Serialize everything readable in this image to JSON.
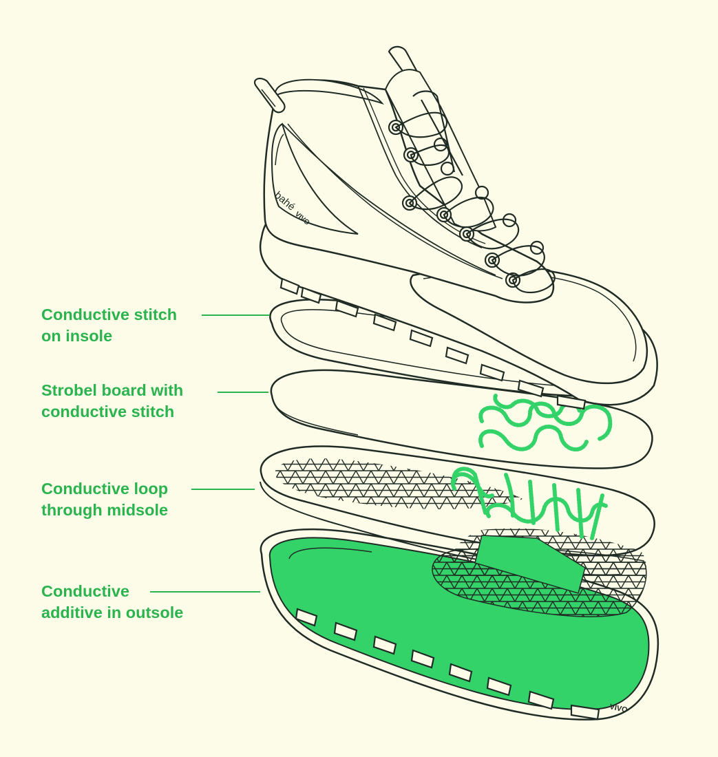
{
  "colors": {
    "background": "#fdfce8",
    "outline": "#1f2b24",
    "accent_green": "#33d36a",
    "label_green": "#2bb34f"
  },
  "boot": {
    "brand_text": "bahé",
    "brand_mark": "vivo-logo-icon"
  },
  "outsole": {
    "brand_mark": "vivo-logo-icon"
  },
  "callouts": [
    {
      "line1": "Conductive stitch",
      "line2": "on insole"
    },
    {
      "line1": "Strobel board with",
      "line2": "conductive stitch"
    },
    {
      "line1": "Conductive loop",
      "line2": "through midsole"
    },
    {
      "line1": "Conductive",
      "line2": "additive in outsole"
    }
  ]
}
